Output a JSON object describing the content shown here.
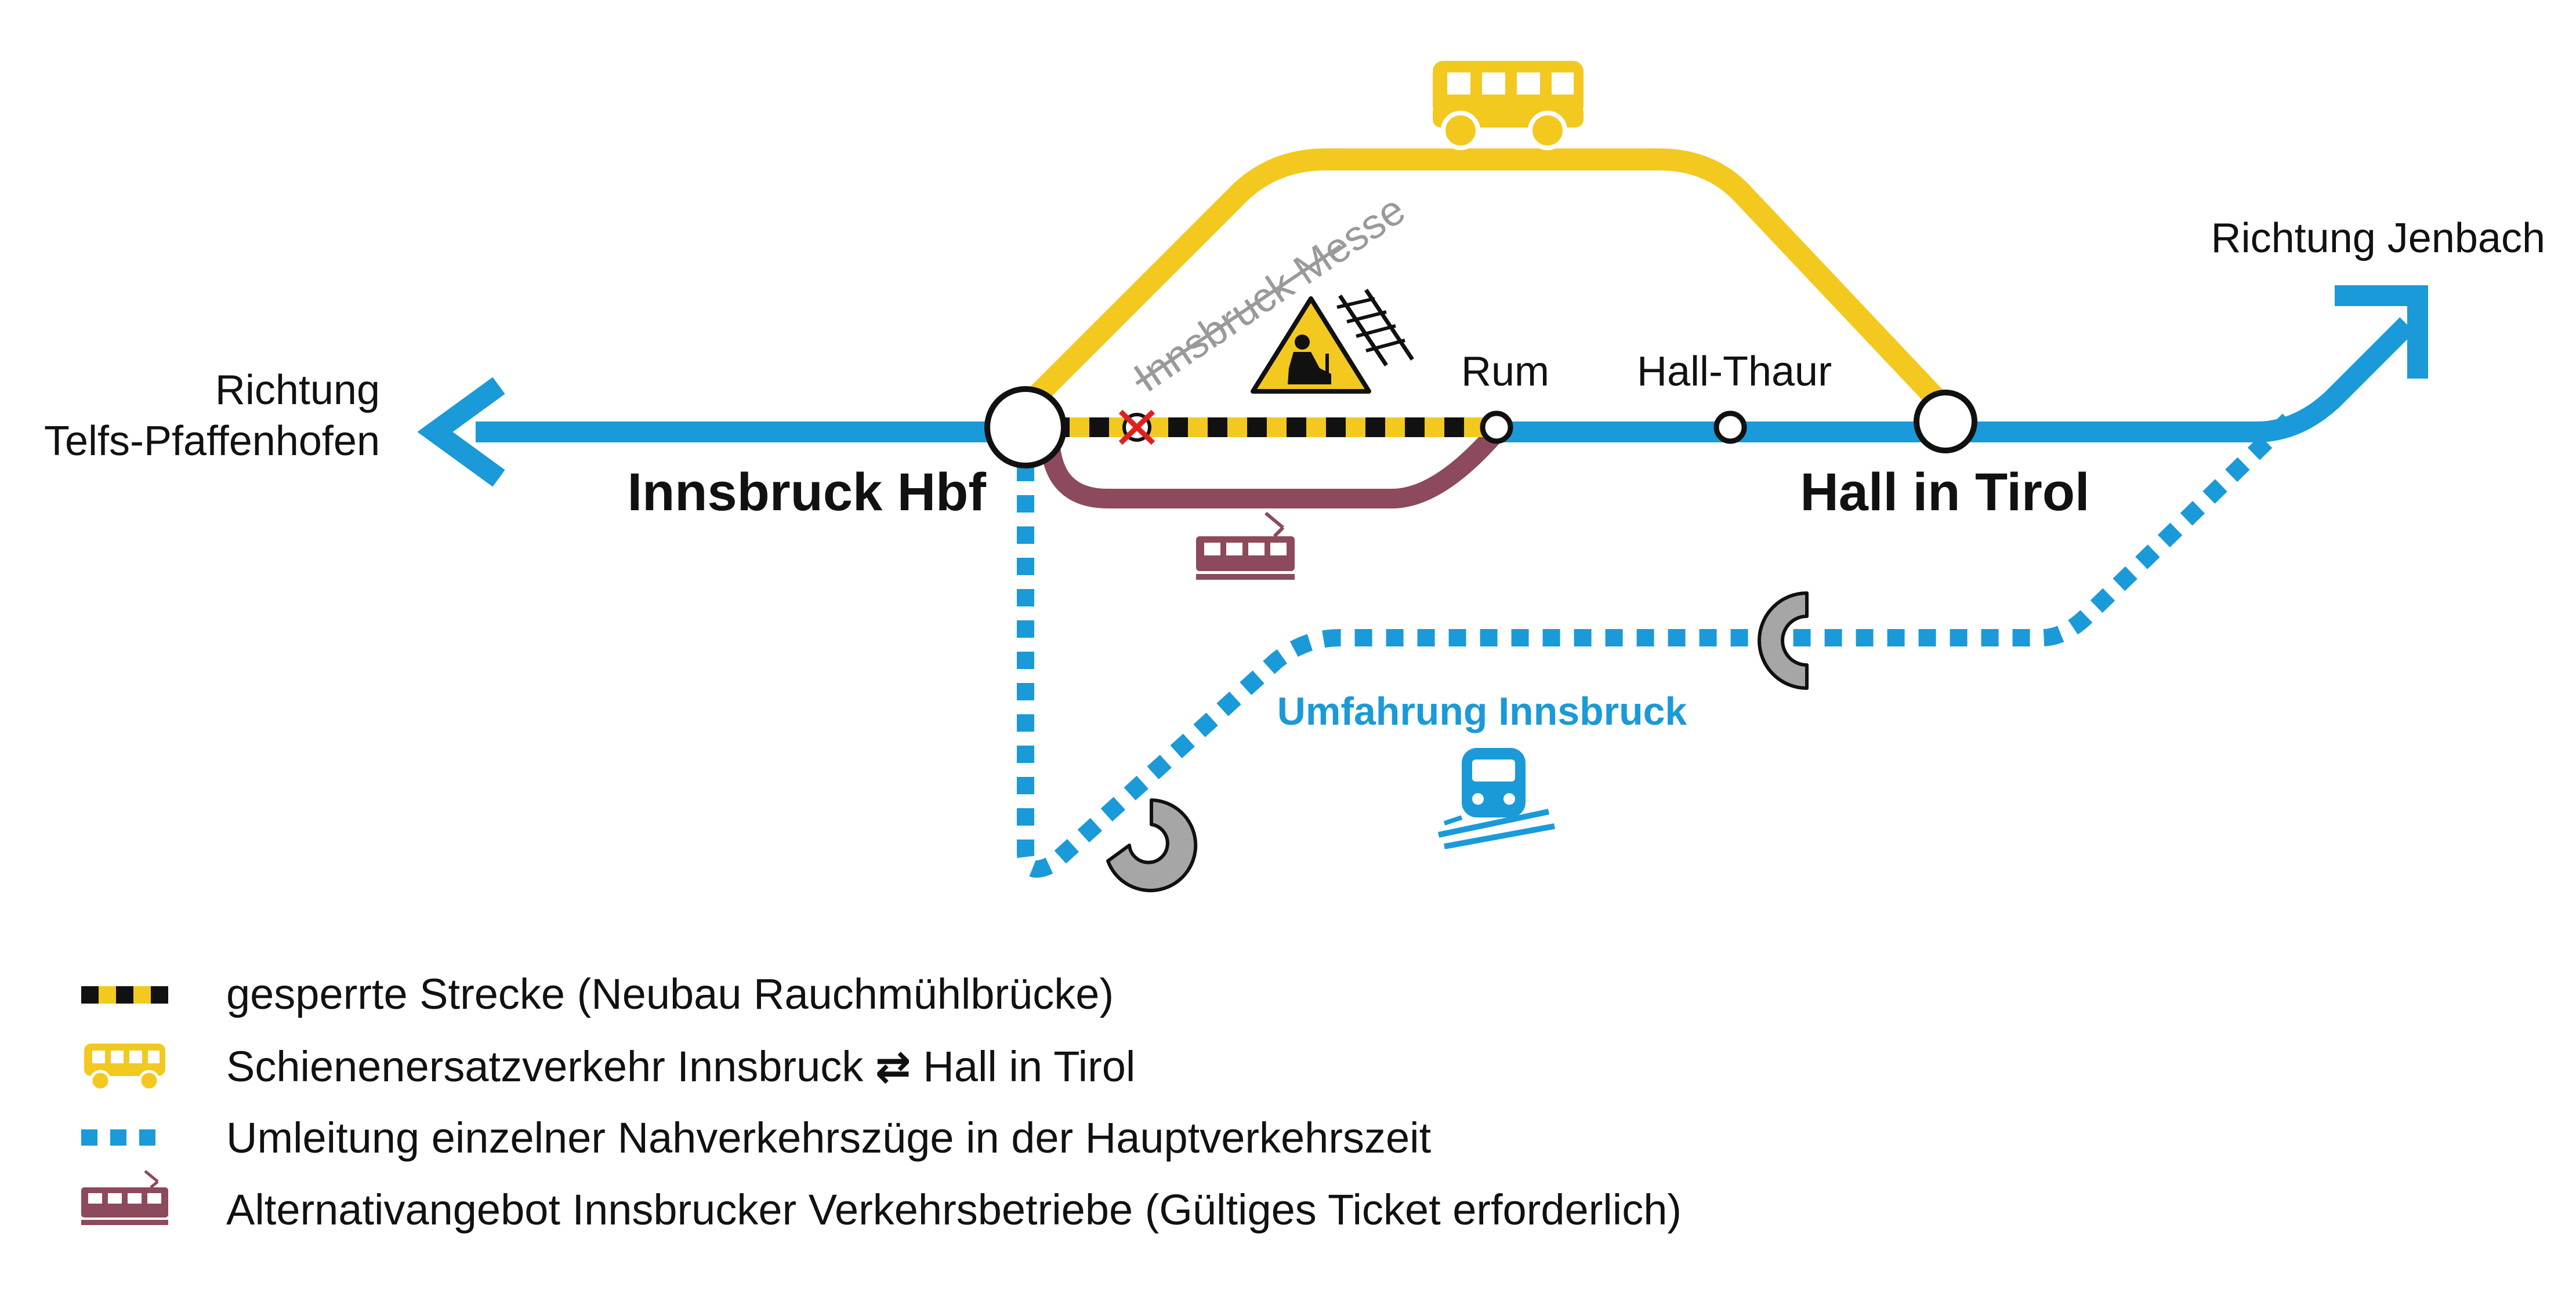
{
  "colors": {
    "blue": "#1a9ad8",
    "yellow": "#f3c91f",
    "maroon": "#8c4a5c",
    "black": "#111111",
    "grey": "#a6a6a6",
    "red": "#e0201c"
  },
  "directions": {
    "west_line1": "Richtung",
    "west_line2": "Telfs-Pfaffenhofen",
    "east": "Richtung Jenbach"
  },
  "stations": {
    "innsbruck_hbf": "Innsbruck Hbf",
    "innsbruck_messe": "Innsbruck Messe",
    "rum": "Rum",
    "hall_thaur": "Hall-Thaur",
    "hall_in_tirol": "Hall in Tirol"
  },
  "detour": {
    "label": "Umfahrung Innsbruck"
  },
  "icons": {
    "bus": "bus-icon",
    "tram": "tram-icon",
    "train": "train-icon",
    "construction": "construction-warning-icon",
    "turnaround": "turnaround-icon"
  },
  "legend": {
    "closed": "gesperrte Strecke (Neubau Rauchmühlbrücke)",
    "bus_part1": "Schienenersatzverkehr Innsbruck",
    "bus_arrows": "⇄",
    "bus_part2": "Hall in Tirol",
    "detour": "Umleitung einzelner Nahverkehrszüge in der Hauptverkehrszeit",
    "tram": "Alternativangebot Innsbrucker Verkehrsbetriebe (Gültiges Ticket erforderlich)"
  }
}
